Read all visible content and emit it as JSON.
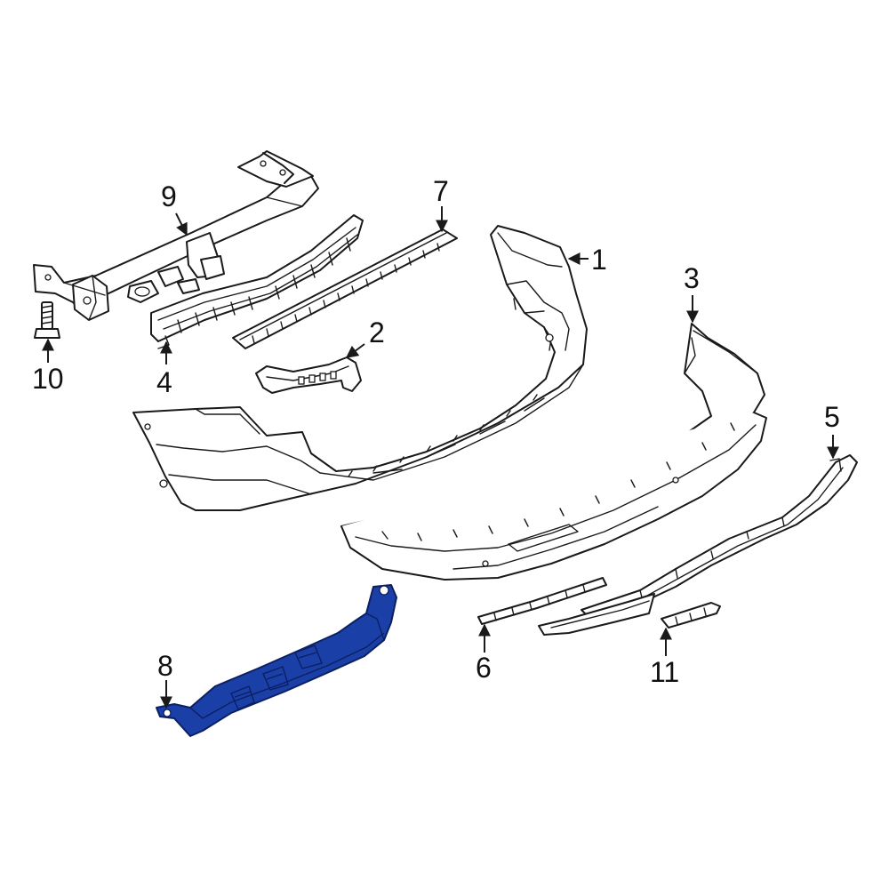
{
  "callouts": [
    {
      "id": "1",
      "label": "1"
    },
    {
      "id": "2",
      "label": "2"
    },
    {
      "id": "3",
      "label": "3"
    },
    {
      "id": "4",
      "label": "4"
    },
    {
      "id": "5",
      "label": "5"
    },
    {
      "id": "6",
      "label": "6"
    },
    {
      "id": "7",
      "label": "7"
    },
    {
      "id": "8",
      "label": "8"
    },
    {
      "id": "9",
      "label": "9"
    },
    {
      "id": "10",
      "label": "10"
    },
    {
      "id": "11",
      "label": "11"
    }
  ],
  "highlight": {
    "part": "8",
    "color": "#1a3fa6"
  },
  "colors": {
    "line": "#1a1a1a",
    "background": "#ffffff"
  }
}
